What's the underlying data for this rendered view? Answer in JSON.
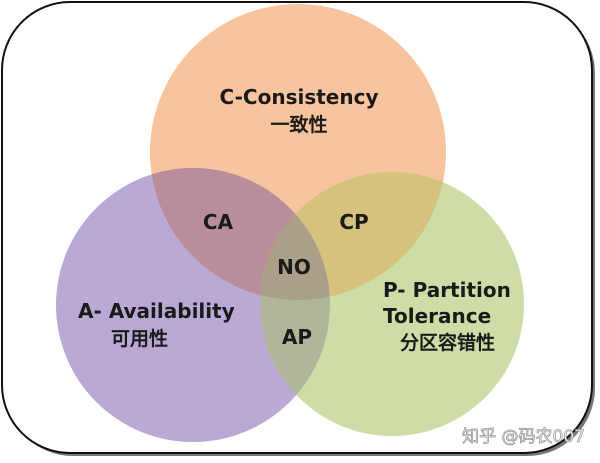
{
  "sets": {
    "c": {
      "title": "C-Consistency",
      "subtitle": "一致性",
      "color": "#F8C49E"
    },
    "a": {
      "title": "A- Availability",
      "subtitle": "可用性",
      "color": "#B9A9D4"
    },
    "p": {
      "title_line1": "P- Partition",
      "title_line2": "Tolerance",
      "subtitle": "分区容错性",
      "color": "#CEDDA7"
    }
  },
  "intersections": {
    "ca": {
      "label": "CA",
      "color": "#BA8D9B"
    },
    "cp": {
      "label": "CP",
      "color": "#D5C27D"
    },
    "ap": {
      "label": "AP",
      "color": "#B0B69A"
    },
    "all": {
      "label": "NO",
      "color": "#AAA088"
    }
  },
  "watermark": "知乎 @码农007"
}
